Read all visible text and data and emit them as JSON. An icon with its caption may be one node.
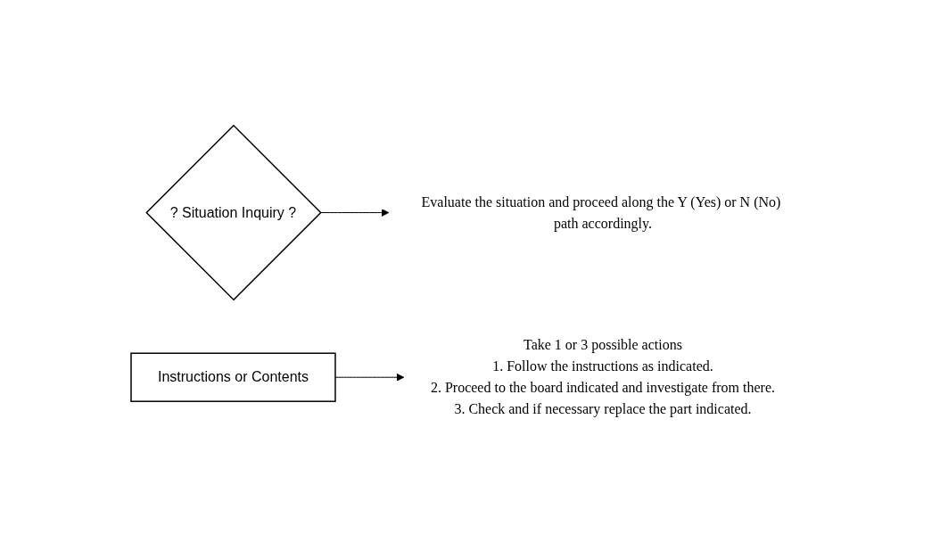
{
  "diagram": {
    "nodes": [
      {
        "text": [
          "? Situation Inquiry ?"
        ]
      },
      {
        "text": [
          "Evaluate the situation and proceed along the Y (Yes) or N (No) path accordingly."
        ]
      },
      {
        "text": [
          "Instructions or Contents"
        ]
      },
      {
        "text": [
          "Take 1 or 3 possible actions",
          "1. Follow the instructions as indicated.",
          "2. Proceed to the board indicated and investigate from there.",
          "3. Check and if necessary replace the part indicated."
        ]
      }
    ],
    "edges": [
      {
        "from": 0,
        "to": 1,
        "arrow": "to"
      },
      {
        "from": 2,
        "to": 3,
        "arrow": "to"
      }
    ]
  }
}
